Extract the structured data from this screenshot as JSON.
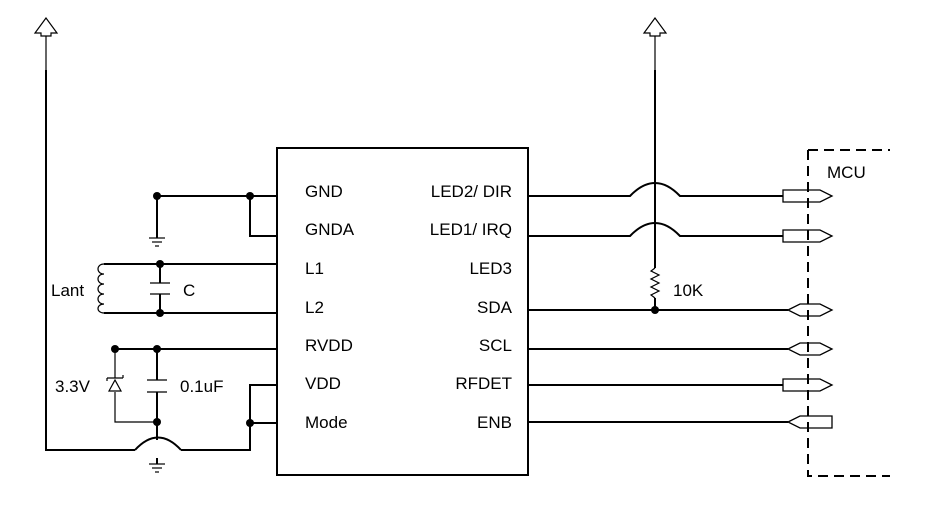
{
  "chip": {
    "left_pins": [
      "GND",
      "GNDA",
      "L1",
      "L2",
      "RVDD",
      "VDD",
      "Mode"
    ],
    "right_pins": [
      "LED2/ DIR",
      "LED1/ IRQ",
      "LED3",
      "SDA",
      "SCL",
      "RFDET",
      "ENB"
    ]
  },
  "labels": {
    "mcu": "MCU",
    "antenna": "Lant",
    "capacitor": "C",
    "voltage": "3.3V",
    "decoupling_cap": "0.1uF",
    "pullup": "10K"
  }
}
